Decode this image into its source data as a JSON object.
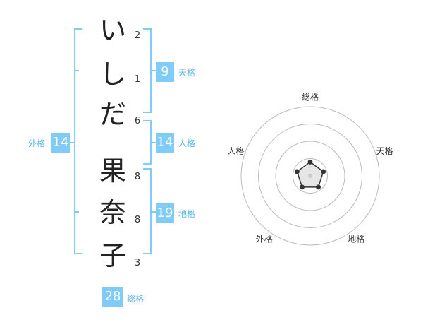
{
  "name_chars": [
    {
      "char": "い",
      "strokes": "2"
    },
    {
      "char": "し",
      "strokes": "1"
    },
    {
      "char": "だ",
      "strokes": "6"
    },
    {
      "char": "果",
      "strokes": "8"
    },
    {
      "char": "奈",
      "strokes": "8"
    },
    {
      "char": "子",
      "strokes": "3"
    }
  ],
  "fortune": {
    "tenkaku": {
      "value": "9",
      "label": "天格"
    },
    "jinkaku": {
      "value": "14",
      "label": "人格"
    },
    "chikaku": {
      "value": "19",
      "label": "地格"
    },
    "gaikaku": {
      "value": "14",
      "label": "外格"
    },
    "soukaku": {
      "value": "28",
      "label": "総格"
    }
  },
  "chart_data": {
    "type": "radar",
    "axes": [
      "総格",
      "天格",
      "地格",
      "外格",
      "人格"
    ],
    "values": [
      1,
      1,
      1,
      1,
      1
    ],
    "range": [
      0,
      5
    ],
    "rings": 4,
    "colors": {
      "ring": "#bbbbbb",
      "series": "#333333",
      "fill": "#e6e6e6",
      "center": "#cccccc"
    }
  }
}
